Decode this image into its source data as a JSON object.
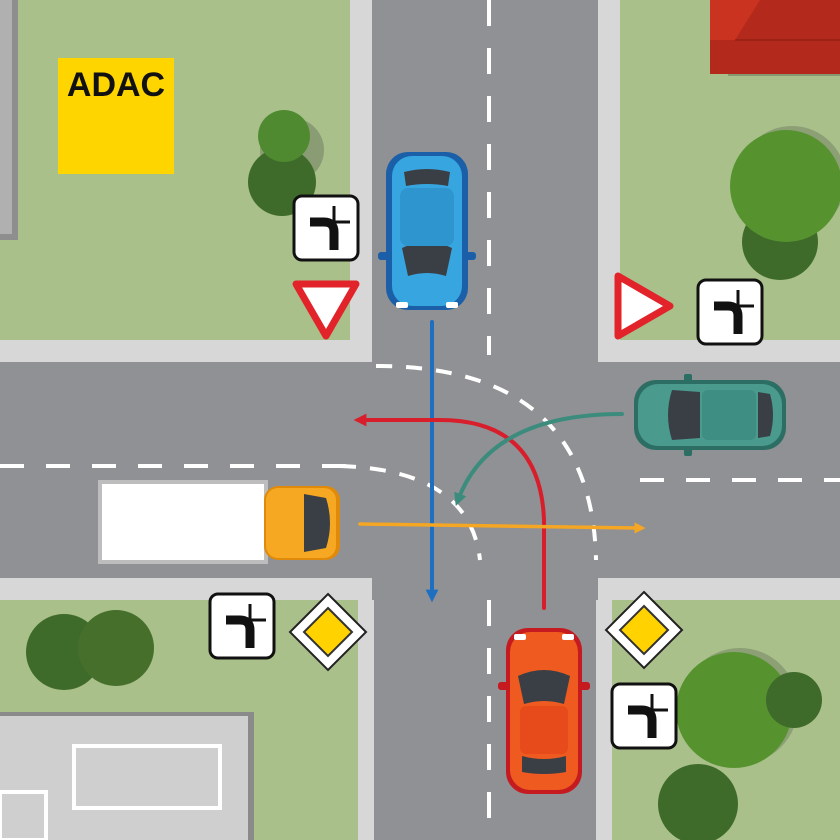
{
  "logo": {
    "text": "ADAC"
  },
  "colors": {
    "grass": "#a9c08a",
    "road": "#8f9194",
    "curb": "#d6d6d6",
    "lane_marking": "#ffffff",
    "logo_bg": "#ffd500",
    "blue_car": "#37a6e0",
    "teal_car": "#3f8e84",
    "red_car": "#e2232a",
    "truck_cab": "#f7a823",
    "route_blue": "#1f6fc0",
    "route_red": "#d81e2b",
    "route_teal": "#3c8c7d",
    "route_orange": "#f5a623"
  },
  "signs": [
    {
      "type": "yield-sign",
      "approach": "north"
    },
    {
      "type": "yield-sign",
      "approach": "east"
    },
    {
      "type": "priority-road-sign",
      "approach": "west"
    },
    {
      "type": "priority-road-sign",
      "approach": "south"
    },
    {
      "type": "priority-route-plate",
      "count": 4
    }
  ],
  "vehicles": [
    {
      "type": "car",
      "color": "blue",
      "from": "north",
      "route": "straight-south"
    },
    {
      "type": "car",
      "color": "teal",
      "from": "east",
      "route": "left-turn-south"
    },
    {
      "type": "car",
      "color": "red",
      "from": "south",
      "route": "left-turn-west"
    },
    {
      "type": "truck",
      "color": "orange",
      "from": "west",
      "route": "straight-east"
    }
  ]
}
